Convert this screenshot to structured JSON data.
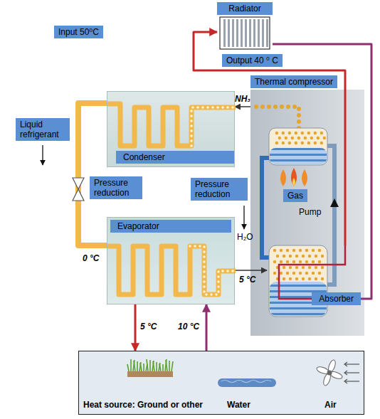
{
  "diagram": {
    "nodes": [
      {
        "text": [
          "Radiator"
        ]
      },
      {
        "text": [
          "Thermal compressor"
        ]
      },
      {
        "text": [
          "Condenser"
        ]
      },
      {
        "text": [
          "Evaporator"
        ]
      },
      {
        "text": [
          "Absorber"
        ],
        "in": 1
      },
      {
        "text": [
          "Heat source: Ground or other",
          "Water",
          "Air"
        ]
      }
    ],
    "edges": [
      {
        "from": 4,
        "to": 0,
        "arrow": "to"
      },
      {
        "from": 0,
        "to": 4,
        "arrow": "none"
      },
      {
        "from": 2,
        "to": 3,
        "arrow": "none"
      },
      {
        "from": 1,
        "to": 2,
        "label": "NH₃",
        "arrow": "to"
      },
      {
        "from": 3,
        "to": 4,
        "arrow": "to"
      },
      {
        "from": 3,
        "to": 5,
        "arrow": "to"
      },
      {
        "from": 5,
        "to": 3,
        "arrow": "to"
      }
    ],
    "labels": [
      "Input 50⁰C",
      "Output 40 ⁰ C",
      "Liquid refrigerant",
      "Pressure reduction",
      "Pressure reduction",
      "Gas",
      "Pump",
      "H₂O",
      "0 °C",
      "5 °C",
      "5 °C",
      "10 °C"
    ]
  }
}
